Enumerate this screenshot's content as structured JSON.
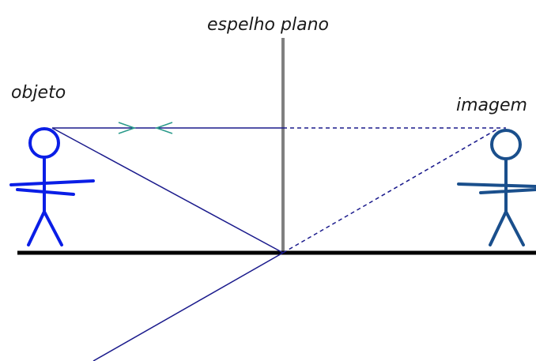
{
  "labels": {
    "mirror": "espelho plano",
    "object": "objeto",
    "image": "imagem"
  },
  "colors": {
    "background": "#ffffff",
    "mirror": "#808080",
    "ground": "#000000",
    "rays": "#1a1a8c",
    "object_figure": "#0a1ee6",
    "image_figure": "#1a4f8c",
    "direction_arrows": "#2a9a8a",
    "text": "#1a1a1a"
  }
}
